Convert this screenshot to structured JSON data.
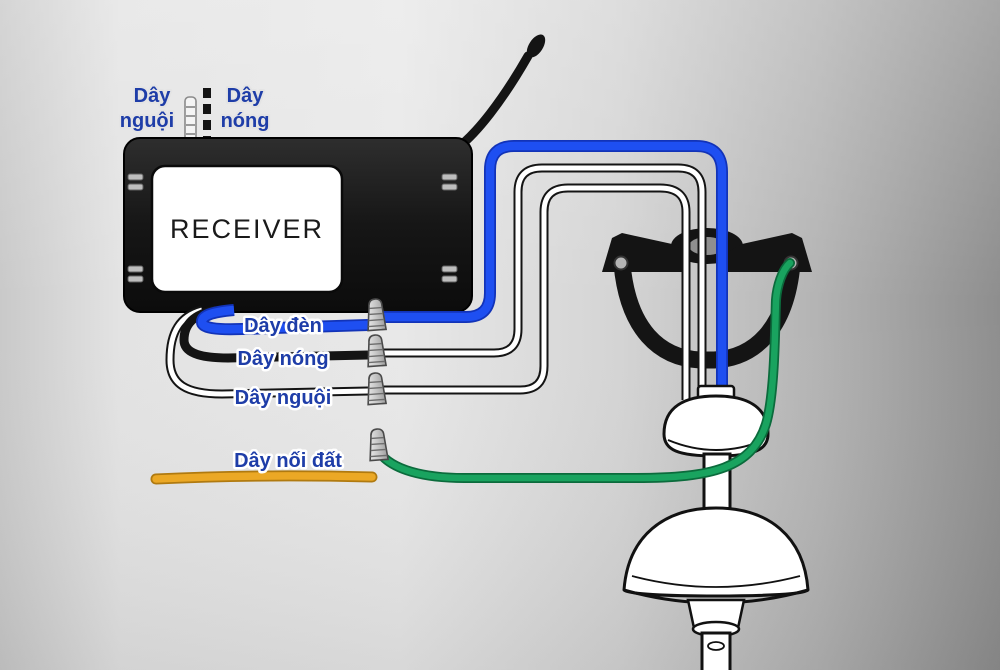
{
  "receiver": {
    "label": "RECEIVER"
  },
  "top_labels": {
    "neutral_line1": "Dây",
    "neutral_line2": "nguội",
    "hot_line1": "Dây",
    "hot_line2": "nóng"
  },
  "wire_labels": {
    "light": "Dây đèn",
    "hot": "Dây nóng",
    "neutral": "Dây nguội",
    "ground": "Dây nối đất"
  },
  "colors": {
    "label_blue": "#1e3da8",
    "wire_blue": "#1e4ff1",
    "wire_green": "#19a35f",
    "wire_orange": "#eba825",
    "wire_black": "#141414",
    "wire_white": "#ffffff",
    "receiver_body": "#1b1b1b"
  }
}
